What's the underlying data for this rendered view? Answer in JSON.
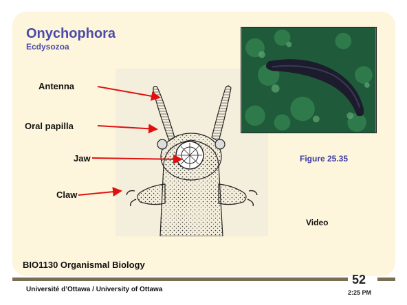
{
  "slide": {
    "title": "Onychophora",
    "subtitle": "Ecdysozoa",
    "labels": {
      "antenna": "Antenna",
      "oral_papilla": "Oral papilla",
      "jaw": "Jaw",
      "claw": "Claw"
    },
    "figure_caption": "Figure 25.35",
    "video_link": "Video",
    "course": "BIO1130 Organismal Biology",
    "footer": {
      "university": "Université d’Ottawa / University of Ottawa",
      "page_number": "52",
      "time": "2:25 PM"
    }
  },
  "colors": {
    "title": "#4a4aa8",
    "frame_background": "#fdf6dc",
    "arrow": "#e01010",
    "rule": "#7a6e52"
  },
  "icons": {
    "drawing": "onychophoran-head-illustration",
    "photo": "velvet-worm-photo"
  }
}
